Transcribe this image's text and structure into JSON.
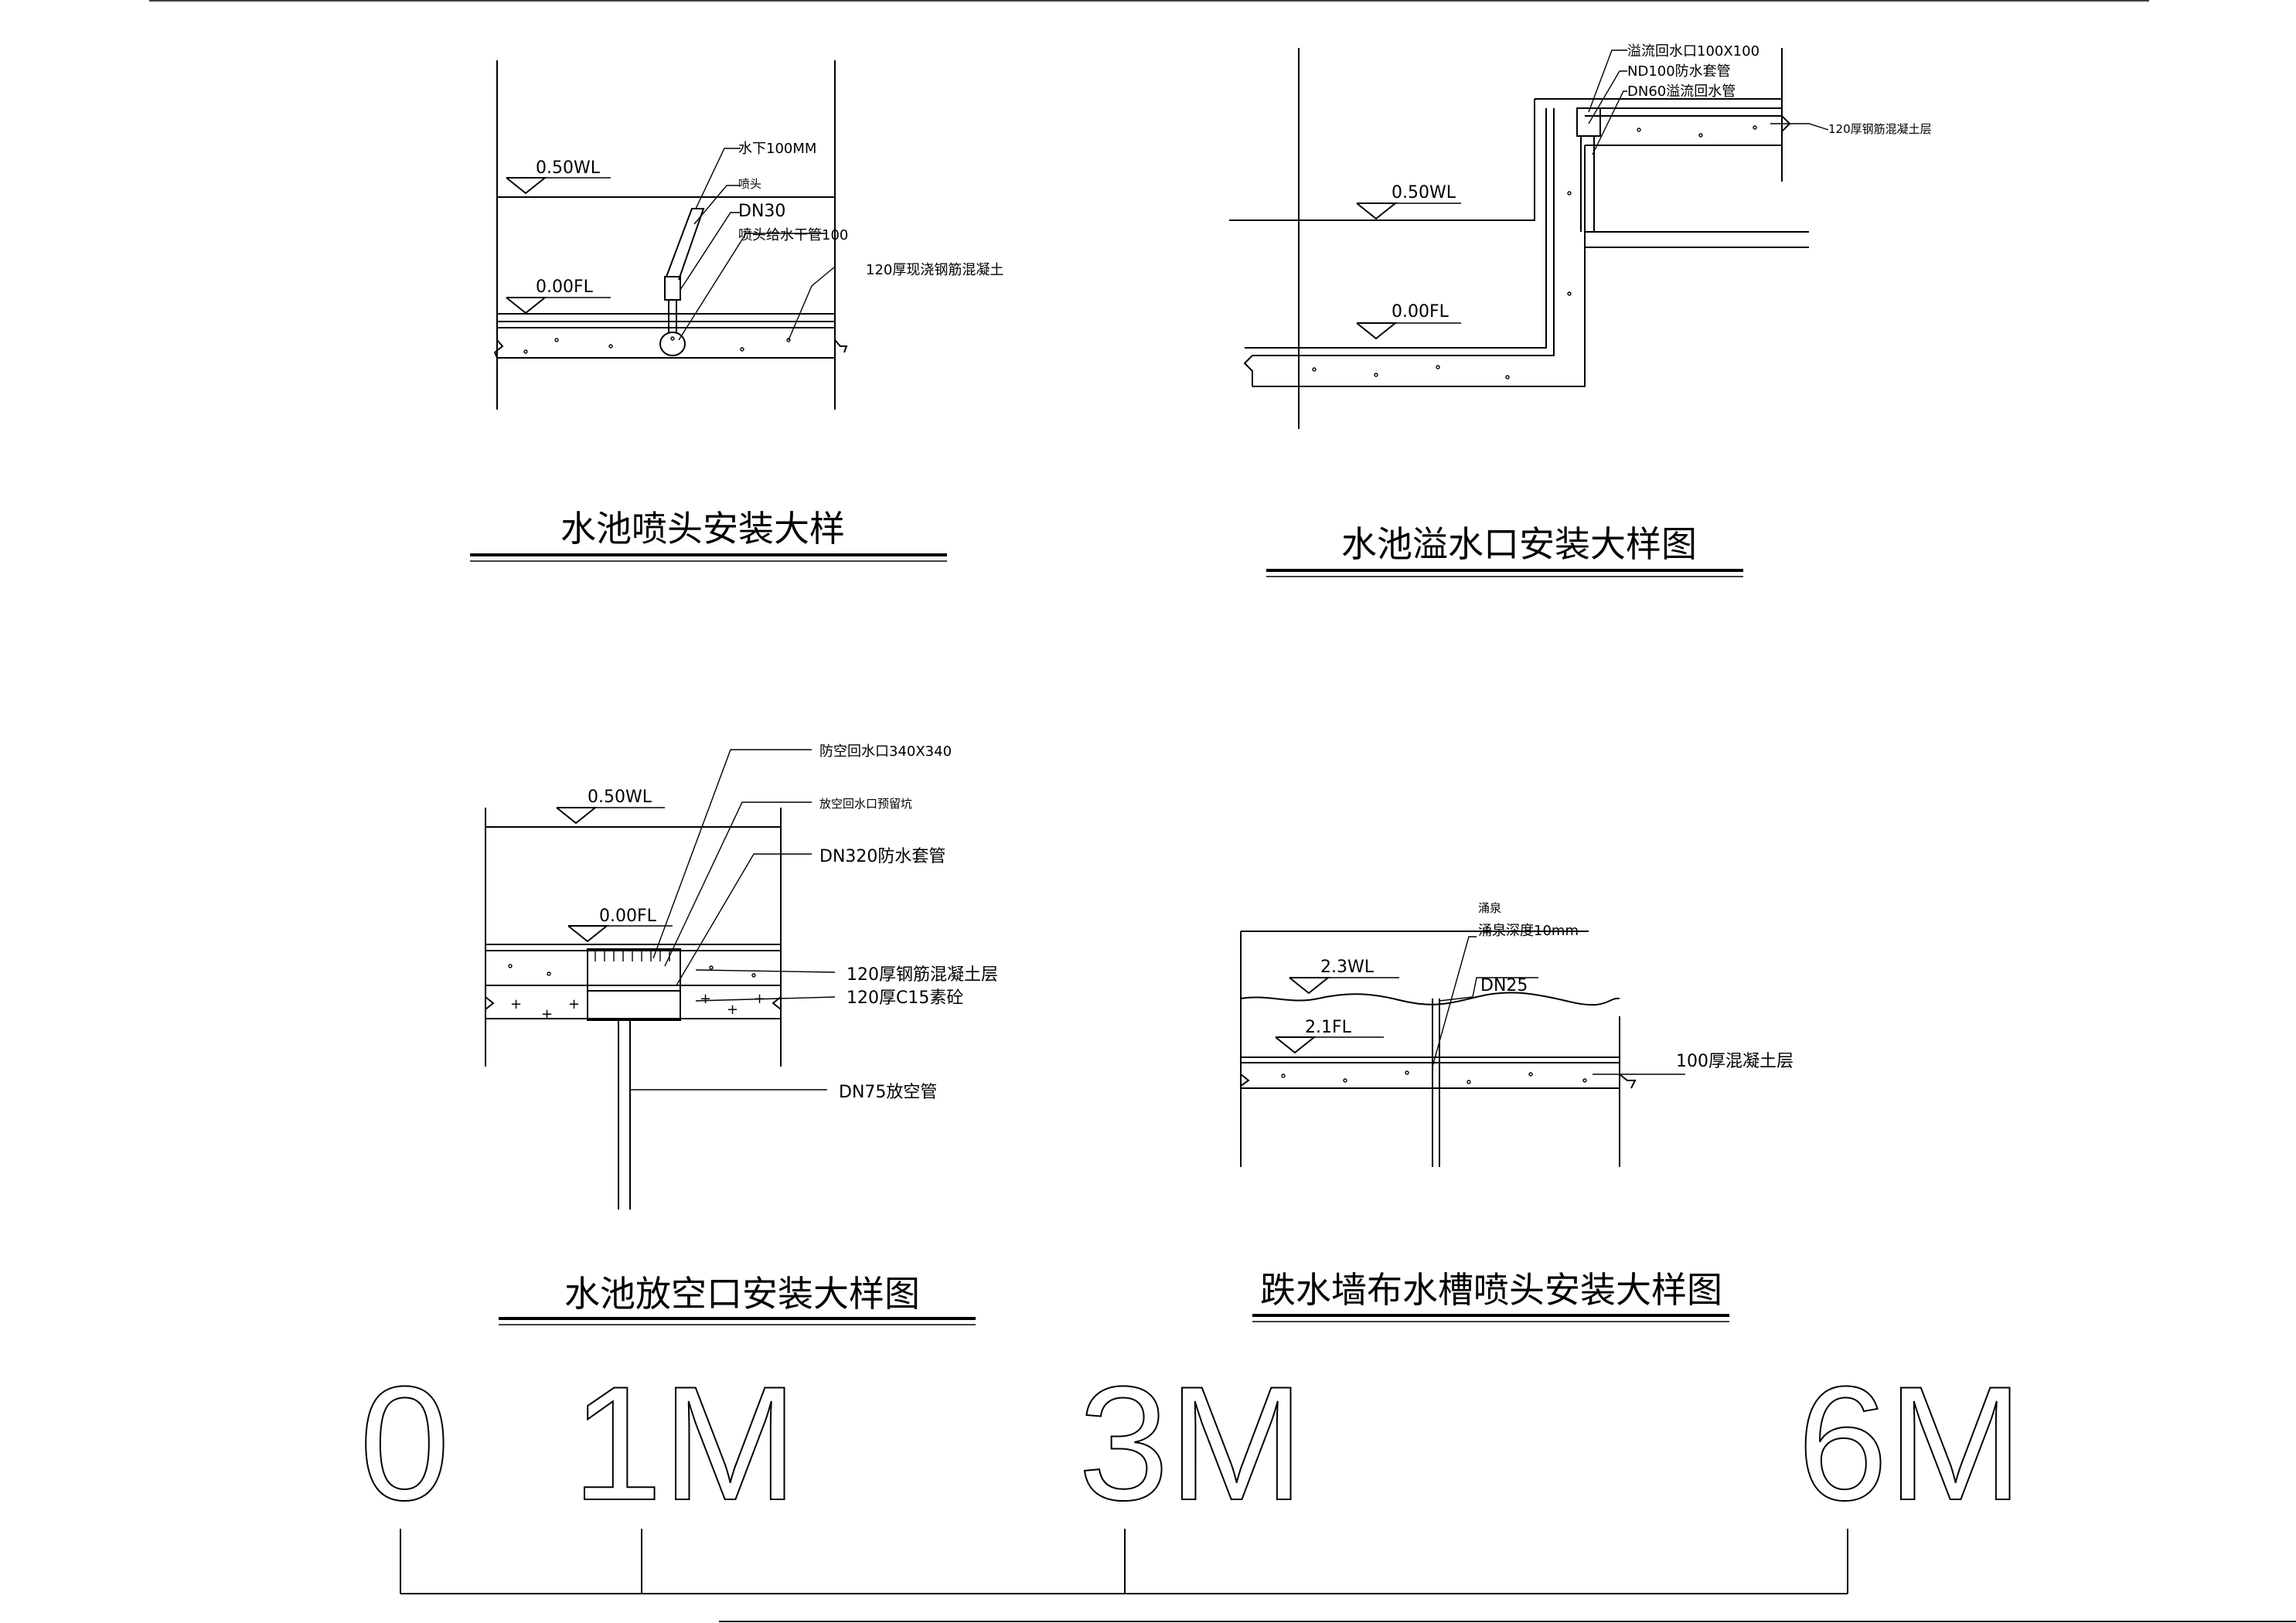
{
  "diagrams": {
    "nozzle": {
      "title": "水池喷头安装大样",
      "wl": "0.50WL",
      "fl": "0.00FL",
      "notes": [
        "水下100MM",
        "喷头",
        "DN30",
        "喷头给水干管100",
        "120厚现浇钢筋混凝土"
      ]
    },
    "overflow": {
      "title": "水池溢水口安装大样图",
      "wl": "0.50WL",
      "fl": "0.00FL",
      "notes": [
        "溢流回水口100X100",
        "ND100防水套管",
        "DN60溢流回水管",
        "120厚钢筋混凝土层"
      ]
    },
    "drain": {
      "title": "水池放空口安装大样图",
      "wl": "0.50WL",
      "fl": "0.00FL",
      "notes": [
        "防空回水口340X340",
        "放空回水口预留坑",
        "DN320防水套管",
        "120厚钢筋混凝土层",
        "120厚C15素砼",
        "DN75放空管"
      ]
    },
    "wall": {
      "title": "跌水墙布水槽喷头安装大样图",
      "wl": "2.3WL",
      "fl": "2.1FL",
      "notes": [
        "涌泉",
        "涌泉深度10mm",
        "DN25",
        "100厚混凝土层"
      ]
    }
  },
  "scale_bar": {
    "labels": [
      "0",
      "1M",
      "3M",
      "6M"
    ]
  }
}
